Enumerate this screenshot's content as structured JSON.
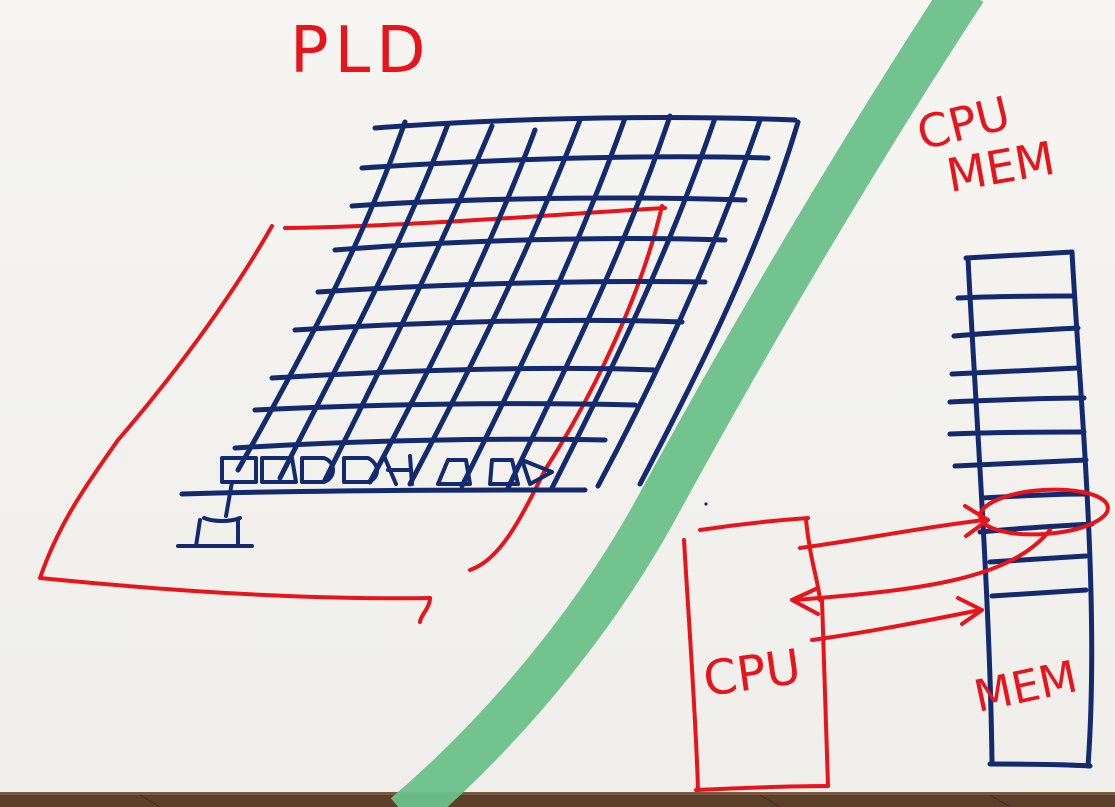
{
  "labels": {
    "pld": "PLD",
    "cpu_mem_line1": "CPU",
    "cpu_mem_line2": "MEM",
    "cpu_box": "CPU",
    "mem_column": "MEM"
  },
  "colors": {
    "blue_ink": "#142a6e",
    "red_ink": "#e8141b",
    "divider_green": "#6cc08a",
    "board_background": "#f4f3ef",
    "floor_wood": "#5b3f2a"
  }
}
